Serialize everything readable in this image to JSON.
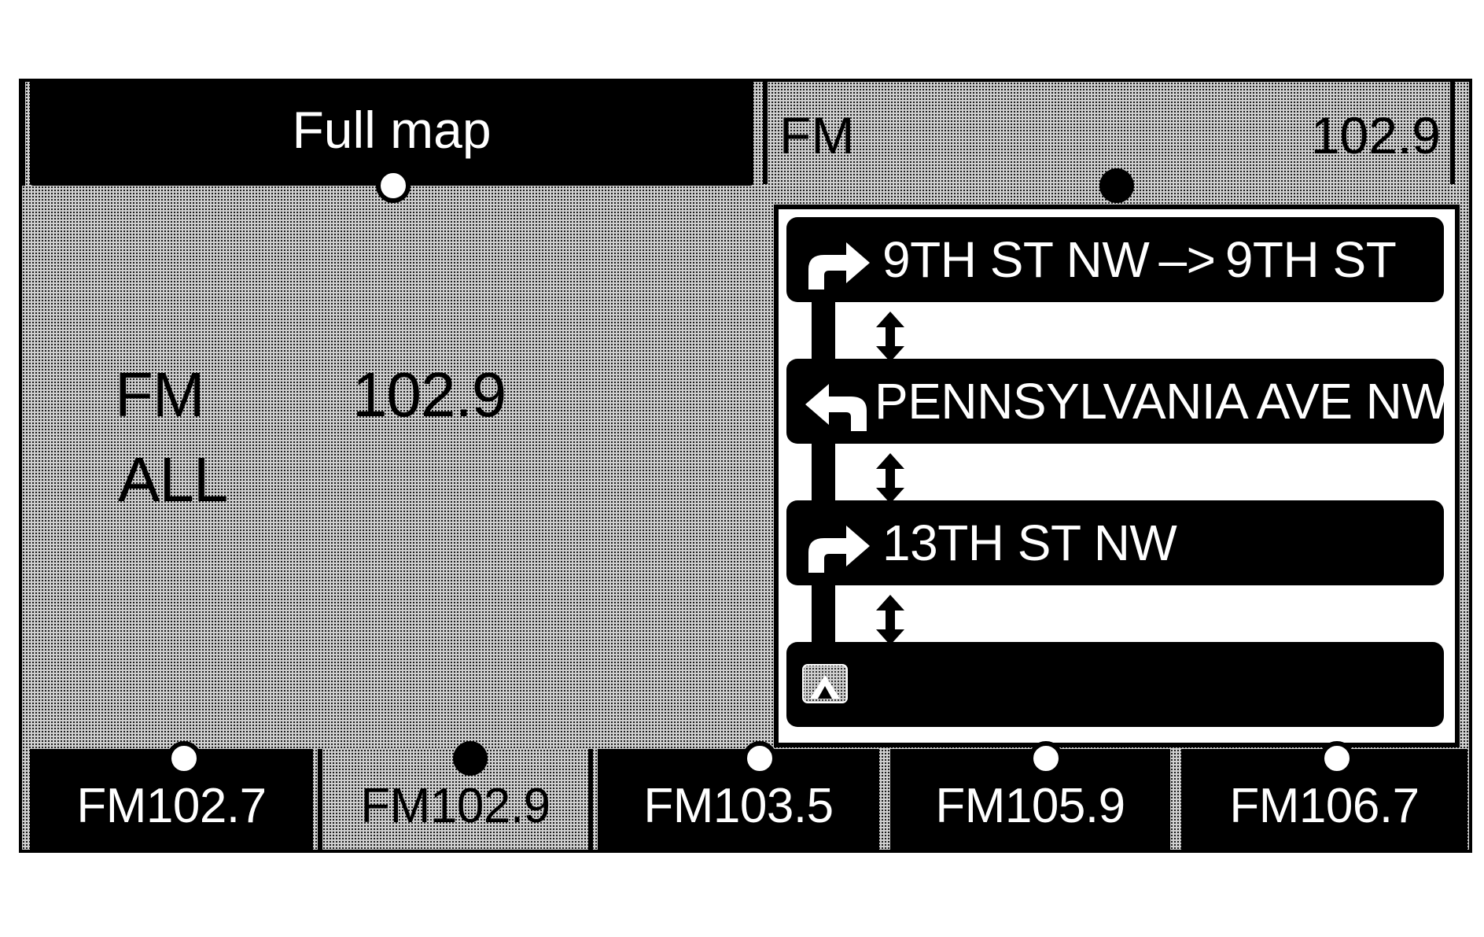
{
  "tab": {
    "label": "Full map"
  },
  "header": {
    "band": "FM",
    "frequency": "102.9"
  },
  "station_info": {
    "band": "FM",
    "frequency": "102.9",
    "category": "ALL"
  },
  "route": {
    "steps": [
      {
        "label": "9TH ST NW –> 9TH ST",
        "turn": "right-turn"
      },
      {
        "label": "PENNSYLVANIA AVE NW",
        "turn": "left-turn"
      },
      {
        "label": "13TH ST NW",
        "turn": "right-turn"
      },
      {
        "label": "",
        "turn": "destination"
      }
    ]
  },
  "presets": [
    {
      "label": "FM102.7",
      "selected": false
    },
    {
      "label": "FM102.9",
      "selected": true
    },
    {
      "label": "FM103.5",
      "selected": false
    },
    {
      "label": "FM105.9",
      "selected": false
    },
    {
      "label": "FM106.7",
      "selected": false
    }
  ],
  "colors": {
    "screen_bg": "#cfcfcf",
    "bar": "#000000",
    "text_light": "#ffffff"
  }
}
